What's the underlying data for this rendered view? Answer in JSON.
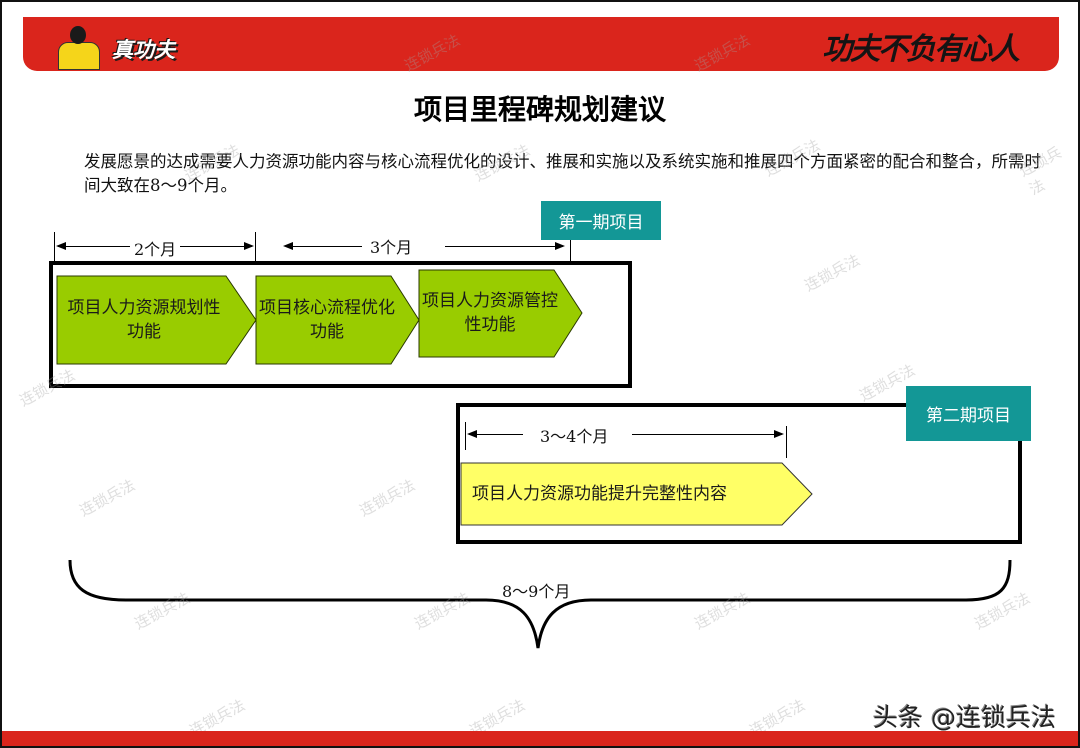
{
  "header": {
    "logo_text": "真功夫",
    "slogan": "功夫不负有心人",
    "brand_color": "#da251c"
  },
  "title": "项目里程碑规划建议",
  "intro": "发展愿景的达成需要人力资源功能内容与核心流程优化的设计、推展和实施以及系统实施和推展四个方面紧密的配合和整合，所需时间大致在8～9个月。",
  "phase1": {
    "tag": "第一期项目",
    "tag_color": "#139796",
    "spans": [
      {
        "label": "2个月"
      },
      {
        "label": "3个月"
      }
    ],
    "steps": [
      {
        "label": "项目人力资源规划性功能",
        "color": "#99cc00"
      },
      {
        "label": "项目核心流程优化功能",
        "color": "#99cc00"
      },
      {
        "label": "项目人力资源管控性功能",
        "color": "#99cc00"
      }
    ]
  },
  "phase2": {
    "tag": "第二期项目",
    "tag_color": "#139796",
    "span": {
      "label": "3～4个月"
    },
    "steps": [
      {
        "label": "项目人力资源功能提升完整性内容",
        "color": "#ffff66"
      }
    ]
  },
  "total": {
    "label": "8～9个月"
  },
  "watermark": "连锁兵法",
  "footer": {
    "credit": "头条 @连锁兵法"
  }
}
